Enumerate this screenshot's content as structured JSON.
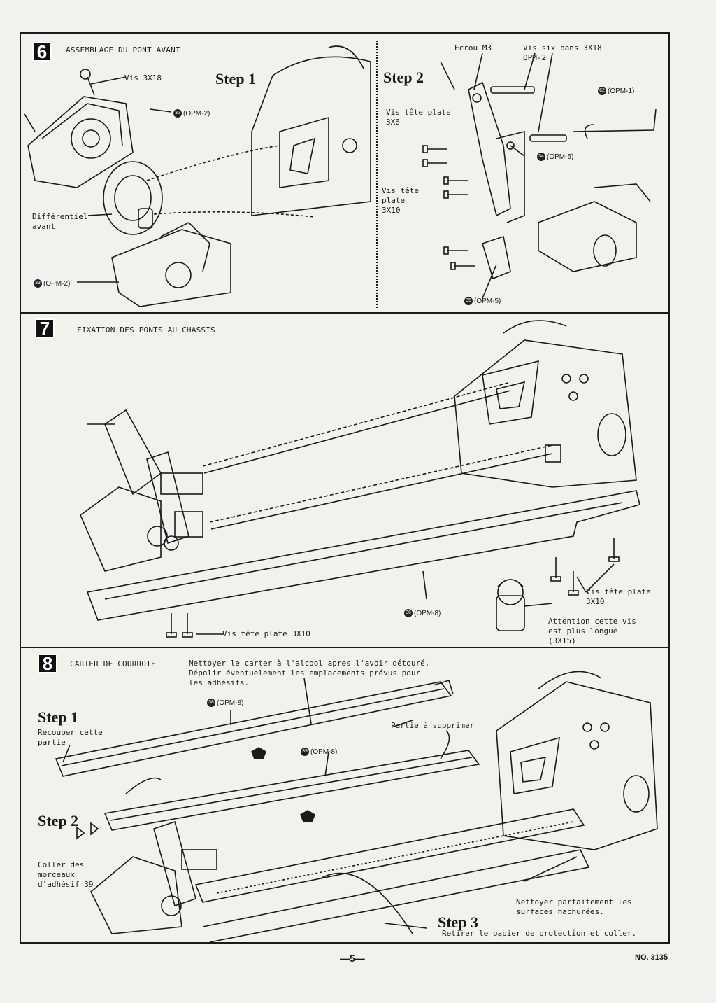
{
  "sections": [
    {
      "number": "6",
      "title": "ASSEMBLAGE DU PONT AVANT"
    },
    {
      "number": "7",
      "title": "FIXATION DES PONTS AU CHASSIS"
    },
    {
      "number": "8",
      "title": "CARTER DE COURROIE"
    }
  ],
  "s6": {
    "step1": "Step 1",
    "step2": "Step 2",
    "vis_3x18": "Vis 3X18",
    "part_32": {
      "num": "32",
      "code": "(OPM-2)"
    },
    "diff": "Différentiel\navant",
    "part_33": {
      "num": "33",
      "code": "(OPM-2)"
    },
    "ecrou": "Ecrou M3",
    "vis_six_pans": "Vis six pans 3X18\n      OPM-2",
    "part_62": {
      "num": "62",
      "code": "(OPM-1)"
    },
    "vis_tete_plate_3x6": "Vis tête plate\n3X6",
    "part_34": {
      "num": "34",
      "code": "(OPM-5)"
    },
    "vis_tete_plate_3x10": "Vis tête\nplate\n3X10",
    "part_35": {
      "num": "35",
      "code": "(OPM-5)"
    }
  },
  "s7": {
    "vis_tete_plate_3x10_right": "Vis tête plate\n      3X10",
    "attention": "Attention cette vis\nest plus longue\n   (3X15)",
    "part_36": {
      "num": "36",
      "code": "(OPM-8)"
    },
    "vis_tete_plate_3x10_bottom": "Vis tête plate 3X10"
  },
  "s8": {
    "nettoyer_carter": "Nettoyer le carter à l'alcool apres l'avoir détouré.\nDépolir éventuelement les emplacements prévus pour\nles adhésifs.",
    "part_38": {
      "num": "38",
      "code": "(OPM-8)"
    },
    "partie_supprimer": "Partie à supprimer",
    "step1": "Step 1",
    "recouper": "Recouper cette\npartie",
    "part_39": {
      "num": "39",
      "code": "(OPM-8)"
    },
    "step2": "Step 2",
    "coller": "Coller des\nmorceaux\nd'adhésif 39",
    "nettoyer_surfaces": "Nettoyer parfaitement les\nsurfaces hachurées.",
    "step3": "Step 3",
    "retirer": "Retirer le papier de protection et coller."
  },
  "footer": {
    "page": "—5—",
    "doc_no": "NO. 3135"
  }
}
